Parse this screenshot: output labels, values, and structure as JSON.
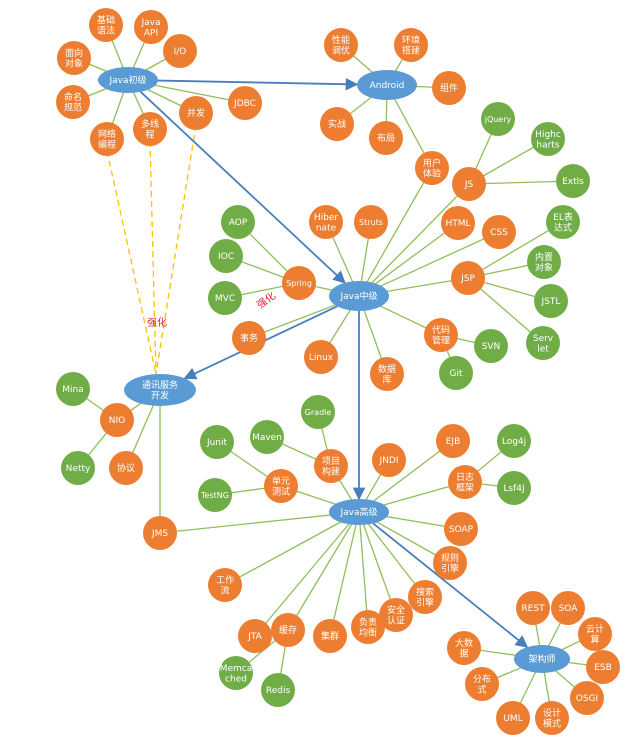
{
  "colors": {
    "hub": "#5b9bd5",
    "orange": "#ed7d31",
    "green": "#70ad47",
    "edge": "#8fbf5a",
    "main_arrow": "#4a7ebb",
    "dashed": "#ffc000",
    "label_red": "#e0253a"
  },
  "hubs": [
    {
      "id": "java_basic",
      "label": "Java初级"
    },
    {
      "id": "android",
      "label": "Android"
    },
    {
      "id": "java_mid",
      "label": "Java中级"
    },
    {
      "id": "comm",
      "label": "通讯服务开发"
    },
    {
      "id": "java_adv",
      "label": "Java高级"
    },
    {
      "id": "architect",
      "label": "架构师"
    }
  ],
  "nodes": [
    {
      "id": "basic_syntax",
      "label": "基础语法",
      "color": "orange"
    },
    {
      "id": "java_api",
      "label": "Java API",
      "color": "orange"
    },
    {
      "id": "oop",
      "label": "面向对象",
      "color": "orange"
    },
    {
      "id": "io",
      "label": "I/O",
      "color": "orange"
    },
    {
      "id": "naming",
      "label": "命名规范",
      "color": "orange"
    },
    {
      "id": "jdbc",
      "label": "JDBC",
      "color": "orange"
    },
    {
      "id": "network",
      "label": "网络编程",
      "color": "orange"
    },
    {
      "id": "multithread",
      "label": "多线程",
      "color": "orange"
    },
    {
      "id": "concurrency",
      "label": "并发",
      "color": "orange"
    },
    {
      "id": "perf",
      "label": "性能调优",
      "color": "orange"
    },
    {
      "id": "env",
      "label": "环境搭建",
      "color": "orange"
    },
    {
      "id": "component",
      "label": "组件",
      "color": "orange"
    },
    {
      "id": "practice",
      "label": "实战",
      "color": "orange"
    },
    {
      "id": "layout_node",
      "label": "布局",
      "color": "orange"
    },
    {
      "id": "ux",
      "label": "用户体验",
      "color": "orange"
    },
    {
      "id": "js",
      "label": "JS",
      "color": "orange"
    },
    {
      "id": "jquery",
      "label": "jQuery",
      "color": "green"
    },
    {
      "id": "highcharts",
      "label": "Highcharts",
      "color": "green"
    },
    {
      "id": "extjs",
      "label": "Extls",
      "color": "green"
    },
    {
      "id": "hibernate",
      "label": "Hibernate",
      "color": "orange"
    },
    {
      "id": "struts",
      "label": "Struts",
      "color": "orange"
    },
    {
      "id": "html",
      "label": "HTML",
      "color": "orange"
    },
    {
      "id": "css",
      "label": "CSS",
      "color": "orange"
    },
    {
      "id": "el",
      "label": "EL表达式",
      "color": "green"
    },
    {
      "id": "builtin",
      "label": "内置对象",
      "color": "green"
    },
    {
      "id": "jsp",
      "label": "JSP",
      "color": "orange"
    },
    {
      "id": "jstl",
      "label": "JSTL",
      "color": "green"
    },
    {
      "id": "servlet",
      "label": "Servlet",
      "color": "green"
    },
    {
      "id": "aop",
      "label": "AOP",
      "color": "green"
    },
    {
      "id": "ioc",
      "label": "IOC",
      "color": "green"
    },
    {
      "id": "spring",
      "label": "Spring",
      "color": "orange"
    },
    {
      "id": "mvc",
      "label": "MVC",
      "color": "green"
    },
    {
      "id": "transaction",
      "label": "事务",
      "color": "orange"
    },
    {
      "id": "linux",
      "label": "Linux",
      "color": "orange"
    },
    {
      "id": "database",
      "label": "数据库",
      "color": "orange"
    },
    {
      "id": "code_mgmt",
      "label": "代码管理",
      "color": "orange"
    },
    {
      "id": "svn",
      "label": "SVN",
      "color": "green"
    },
    {
      "id": "git",
      "label": "Git",
      "color": "green"
    },
    {
      "id": "mina",
      "label": "Mina",
      "color": "green"
    },
    {
      "id": "nio",
      "label": "NIO",
      "color": "orange"
    },
    {
      "id": "netty",
      "label": "Netty",
      "color": "green"
    },
    {
      "id": "protocol",
      "label": "协议",
      "color": "orange"
    },
    {
      "id": "jms",
      "label": "JMS",
      "color": "orange"
    },
    {
      "id": "gradle",
      "label": "Gradle",
      "color": "green"
    },
    {
      "id": "junit",
      "label": "Junit",
      "color": "green"
    },
    {
      "id": "maven",
      "label": "Maven",
      "color": "green"
    },
    {
      "id": "project_build",
      "label": "项目构建",
      "color": "orange"
    },
    {
      "id": "jndi",
      "label": "JNDI",
      "color": "orange"
    },
    {
      "id": "ejb",
      "label": "EJB",
      "color": "orange"
    },
    {
      "id": "log4j",
      "label": "Log4j",
      "color": "green"
    },
    {
      "id": "unit_test",
      "label": "单元测试",
      "color": "orange"
    },
    {
      "id": "log_framework",
      "label": "日志框架",
      "color": "orange"
    },
    {
      "id": "testng",
      "label": "TestNG",
      "color": "green"
    },
    {
      "id": "slf4j",
      "label": "Lsf4J",
      "color": "green"
    },
    {
      "id": "soap",
      "label": "SOAP",
      "color": "orange"
    },
    {
      "id": "rule_engine",
      "label": "规则引擎",
      "color": "orange"
    },
    {
      "id": "workflow",
      "label": "工作流",
      "color": "orange"
    },
    {
      "id": "search_engine",
      "label": "搜索引擎",
      "color": "orange"
    },
    {
      "id": "jta",
      "label": "JTA",
      "color": "orange"
    },
    {
      "id": "security",
      "label": "安全认证",
      "color": "orange"
    },
    {
      "id": "cache",
      "label": "缓存",
      "color": "orange"
    },
    {
      "id": "cluster",
      "label": "集群",
      "color": "orange"
    },
    {
      "id": "load_balance",
      "label": "负责均衡",
      "color": "orange"
    },
    {
      "id": "memcached",
      "label": "Memcached",
      "color": "green"
    },
    {
      "id": "redis",
      "label": "Redis",
      "color": "green"
    },
    {
      "id": "rest",
      "label": "REST",
      "color": "orange"
    },
    {
      "id": "soa",
      "label": "SOA",
      "color": "orange"
    },
    {
      "id": "big_data",
      "label": "大数据",
      "color": "orange"
    },
    {
      "id": "cloud",
      "label": "云计算",
      "color": "orange"
    },
    {
      "id": "esb",
      "label": "ESB",
      "color": "orange"
    },
    {
      "id": "distributed",
      "label": "分布式",
      "color": "orange"
    },
    {
      "id": "osgi",
      "label": "OSGI",
      "color": "orange"
    },
    {
      "id": "uml",
      "label": "UML",
      "color": "orange"
    },
    {
      "id": "design_pattern",
      "label": "设计模式",
      "color": "orange"
    }
  ],
  "edges": [
    [
      "java_basic",
      "basic_syntax"
    ],
    [
      "java_basic",
      "java_api"
    ],
    [
      "java_basic",
      "oop"
    ],
    [
      "java_basic",
      "io"
    ],
    [
      "java_basic",
      "naming"
    ],
    [
      "java_basic",
      "jdbc"
    ],
    [
      "java_basic",
      "network"
    ],
    [
      "java_basic",
      "multithread"
    ],
    [
      "java_basic",
      "concurrency"
    ],
    [
      "android",
      "perf"
    ],
    [
      "android",
      "env"
    ],
    [
      "android",
      "component"
    ],
    [
      "android",
      "practice"
    ],
    [
      "android",
      "layout_node"
    ],
    [
      "android",
      "ux"
    ],
    [
      "java_mid",
      "ux"
    ],
    [
      "java_mid",
      "js"
    ],
    [
      "js",
      "jquery"
    ],
    [
      "js",
      "highcharts"
    ],
    [
      "js",
      "extjs"
    ],
    [
      "java_mid",
      "hibernate"
    ],
    [
      "java_mid",
      "struts"
    ],
    [
      "java_mid",
      "html"
    ],
    [
      "java_mid",
      "css"
    ],
    [
      "java_mid",
      "jsp"
    ],
    [
      "jsp",
      "el"
    ],
    [
      "jsp",
      "builtin"
    ],
    [
      "jsp",
      "jstl"
    ],
    [
      "jsp",
      "servlet"
    ],
    [
      "java_mid",
      "spring"
    ],
    [
      "spring",
      "aop"
    ],
    [
      "spring",
      "ioc"
    ],
    [
      "spring",
      "mvc"
    ],
    [
      "java_mid",
      "transaction"
    ],
    [
      "java_mid",
      "linux"
    ],
    [
      "java_mid",
      "database"
    ],
    [
      "java_mid",
      "code_mgmt"
    ],
    [
      "code_mgmt",
      "svn"
    ],
    [
      "code_mgmt",
      "git"
    ],
    [
      "comm",
      "nio"
    ],
    [
      "nio",
      "mina"
    ],
    [
      "nio",
      "netty"
    ],
    [
      "comm",
      "protocol"
    ],
    [
      "comm",
      "jms"
    ],
    [
      "java_adv",
      "jms"
    ],
    [
      "java_adv",
      "project_build"
    ],
    [
      "project_build",
      "gradle"
    ],
    [
      "project_build",
      "maven"
    ],
    [
      "java_adv",
      "unit_test"
    ],
    [
      "unit_test",
      "junit"
    ],
    [
      "unit_test",
      "testng"
    ],
    [
      "java_adv",
      "jndi"
    ],
    [
      "java_adv",
      "ejb"
    ],
    [
      "java_adv",
      "log_framework"
    ],
    [
      "log_framework",
      "log4j"
    ],
    [
      "log_framework",
      "slf4j"
    ],
    [
      "java_adv",
      "soap"
    ],
    [
      "java_adv",
      "rule_engine"
    ],
    [
      "java_adv",
      "search_engine"
    ],
    [
      "java_adv",
      "security"
    ],
    [
      "java_adv",
      "load_balance"
    ],
    [
      "java_adv",
      "cluster"
    ],
    [
      "java_adv",
      "cache"
    ],
    [
      "cache",
      "memcached"
    ],
    [
      "cache",
      "redis"
    ],
    [
      "java_adv",
      "jta"
    ],
    [
      "java_adv",
      "workflow"
    ],
    [
      "architect",
      "rest"
    ],
    [
      "architect",
      "soa"
    ],
    [
      "architect",
      "cloud"
    ],
    [
      "architect",
      "esb"
    ],
    [
      "architect",
      "osgi"
    ],
    [
      "architect",
      "design_pattern"
    ],
    [
      "architect",
      "uml"
    ],
    [
      "architect",
      "distributed"
    ],
    [
      "architect",
      "big_data"
    ]
  ],
  "arrows": [
    [
      "java_basic",
      "android"
    ],
    [
      "java_basic",
      "java_mid"
    ],
    [
      "java_mid",
      "comm"
    ],
    [
      "java_mid",
      "java_adv"
    ],
    [
      "java_adv",
      "architect"
    ]
  ],
  "dashed_links": [
    [
      "network",
      "comm"
    ],
    [
      "multithread",
      "comm"
    ],
    [
      "concurrency",
      "comm"
    ]
  ],
  "annotations": [
    {
      "id": "strengthen_1",
      "text": "强化",
      "rotate": 0
    },
    {
      "id": "strengthen_2",
      "text": "强化",
      "rotate": -35
    }
  ]
}
